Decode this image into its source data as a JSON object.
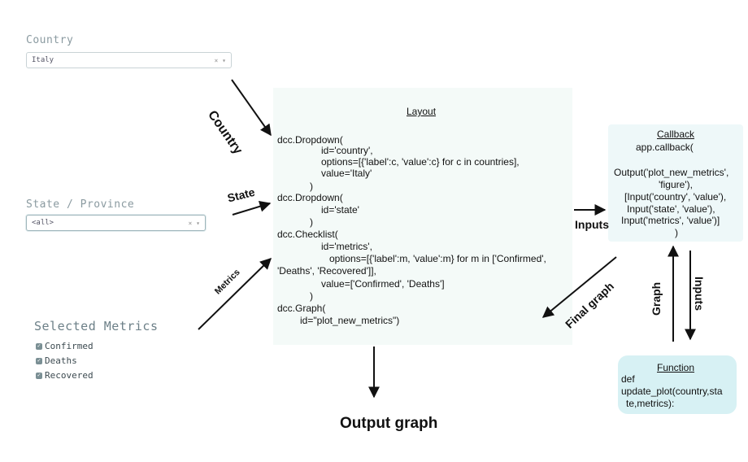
{
  "left": {
    "country_label": "Country",
    "country_value": "Italy",
    "state_label": "State / Province",
    "state_value": "<all>",
    "dropdown_controls": "× ▾",
    "metrics_title": "Selected Metrics",
    "metrics": [
      "Confirmed",
      "Deaths",
      "Recovered"
    ]
  },
  "layout": {
    "title": "Layout",
    "lines": [
      "dcc.Dropdown(",
      "id='country',",
      "options=[{'label':c, 'value':c} for c in countries],",
      "value='Italy'",
      ")",
      "dcc.Dropdown(",
      "id='state'",
      ")",
      "dcc.Checklist(",
      "id='metrics',",
      "options=[{'label':m, 'value':m} for m in ['Confirmed',",
      "'Deaths', 'Recovered']],",
      "value=['Confirmed', 'Deaths']",
      ")",
      "dcc.Graph(",
      "id=\"plot_new_metrics\")"
    ]
  },
  "callback": {
    "title": "Callback",
    "lines": [
      "app.callback(",
      "Output('plot_new_metrics',",
      "'figure'),",
      "[Input('country', 'value'),",
      "Input('state', 'value'),",
      "Input('metrics', 'value')]",
      ")"
    ]
  },
  "function": {
    "title": "Function",
    "lines": [
      "def",
      "update_plot(country,sta",
      "te,metrics):"
    ]
  },
  "edge_labels": {
    "country": "Country",
    "state": "State",
    "metrics": "Metrics",
    "inputs_right": "Inputs",
    "final_graph": "Final graph",
    "graph": "Graph",
    "inputs_down": "Inputs"
  },
  "output": "Output graph"
}
